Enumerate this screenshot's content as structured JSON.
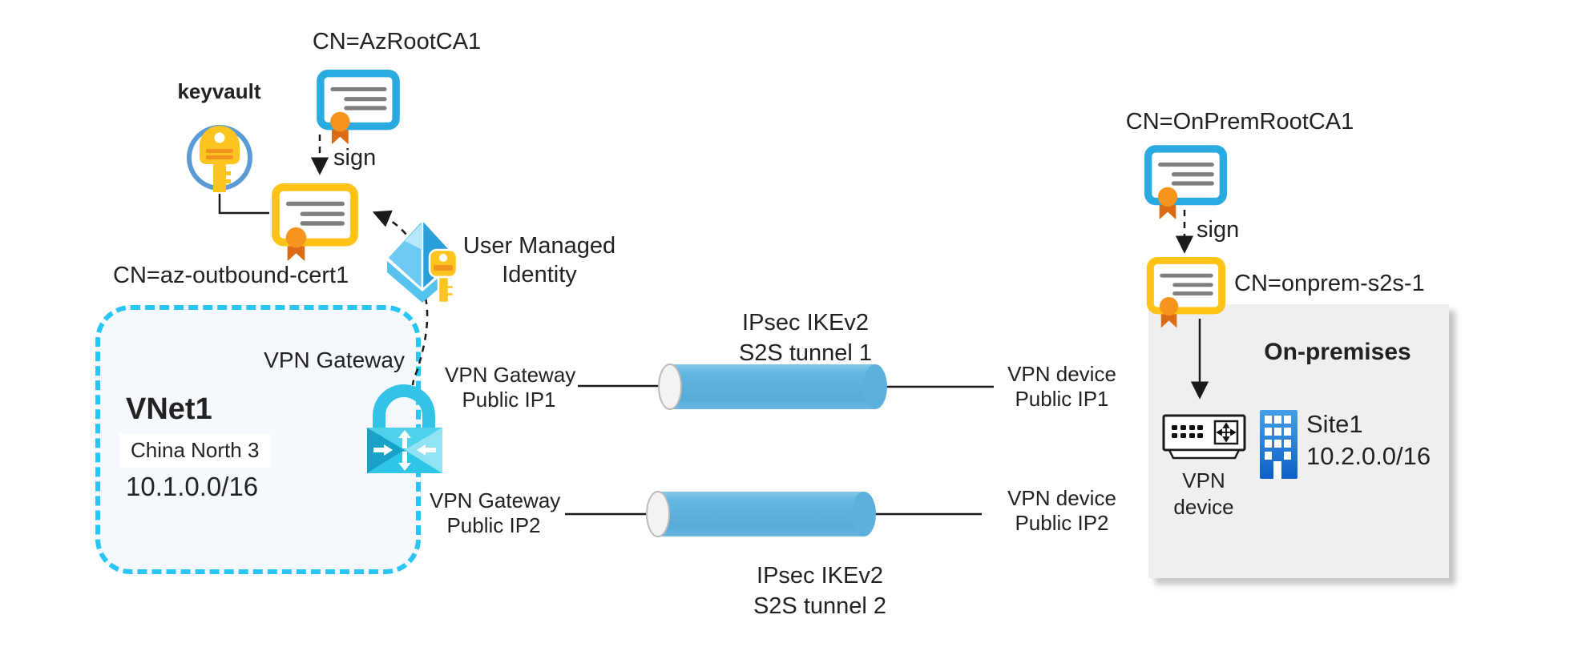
{
  "colors": {
    "accent-cyan": "#29c5f6",
    "vnet-fill": "#f5f9fd",
    "cert-blue": "#29abe2",
    "cert-yellow": "#ffc216",
    "ribbon-orange": "#f7941e",
    "ribbon-dark": "#db6b14",
    "tunnel-blue": "#5fb4de",
    "lock-cyan": "#33c3e6",
    "identity-blue": "#2b9fd9",
    "key-gold": "#fcc41f",
    "keyvault-ring": "#5b9bd5",
    "building-blue": "#1470d6",
    "onprem-gray": "#efefef",
    "text": "#222222"
  },
  "icons": {
    "keyvault": "key-in-circle",
    "managed_identity": "pyramid-with-key",
    "certificate": "framed-certificate-with-ribbon",
    "vpn_gateway": "padlock-with-arrows",
    "tunnel": "cylinder-pipe",
    "vpn_device": "router-box",
    "site_building": "office-building"
  },
  "azure": {
    "root_ca": "CN=AzRootCA1",
    "keyvault": "keyvault",
    "sign": "sign",
    "outbound_cert": "CN=az-outbound-cert1",
    "identity_l1": "User Managed",
    "identity_l2": "Identity",
    "vnet": {
      "gateway": "VPN Gateway",
      "name": "VNet1",
      "region": "China North 3",
      "cidr": "10.1.0.0/16"
    },
    "gw_ip1_l1": "VPN Gateway",
    "gw_ip1_l2": "Public IP1",
    "gw_ip2_l1": "VPN Gateway",
    "gw_ip2_l2": "Public IP2"
  },
  "tunnels": [
    {
      "l1": "IPsec IKEv2",
      "l2": "S2S tunnel 1"
    },
    {
      "l1": "IPsec IKEv2",
      "l2": "S2S tunnel 2"
    }
  ],
  "onprem": {
    "root_ca": "CN=OnPremRootCA1",
    "sign": "sign",
    "cert": "CN=onprem-s2s-1",
    "title": "On-premises",
    "dev_ip1_l1": "VPN device",
    "dev_ip1_l2": "Public IP1",
    "dev_ip2_l1": "VPN device",
    "dev_ip2_l2": "Public IP2",
    "device_l1": "VPN",
    "device_l2": "device",
    "site_name": "Site1",
    "site_cidr": "10.2.0.0/16"
  }
}
